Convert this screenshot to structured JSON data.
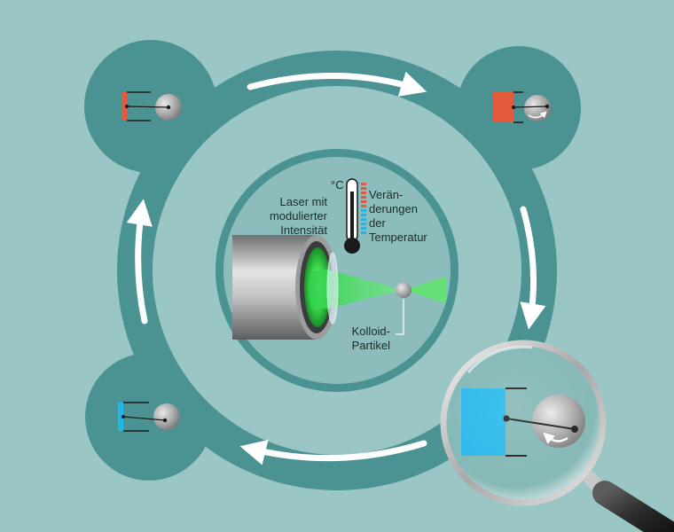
{
  "labels": {
    "laser": [
      "Laser mit",
      "modulierter",
      "Intensität"
    ],
    "temperature_unit": "°C",
    "temperature": [
      "Verän-",
      "derungen",
      "der",
      "Temperatur"
    ],
    "particle": [
      "Kolloid-",
      "Partikel"
    ]
  },
  "colors": {
    "background": "#9ac6c5",
    "ring": "#4a9392",
    "inner": "#9ac6c5",
    "center_disk": "#8cbdbc",
    "heated": "#e45a3c",
    "cooled": "#21b6ea",
    "laser_green": "#33d14a",
    "arrow": "#ffffff"
  },
  "cycle_states": [
    {
      "position": "top-left",
      "temperature": "warm"
    },
    {
      "position": "top-right",
      "temperature": "hot"
    },
    {
      "position": "bottom-right",
      "temperature": "cold",
      "magnified": true
    },
    {
      "position": "bottom-left",
      "temperature": "cool"
    }
  ],
  "icons": [
    "thermometer-icon",
    "magnifier-icon",
    "clockwise-arrow-icon"
  ]
}
